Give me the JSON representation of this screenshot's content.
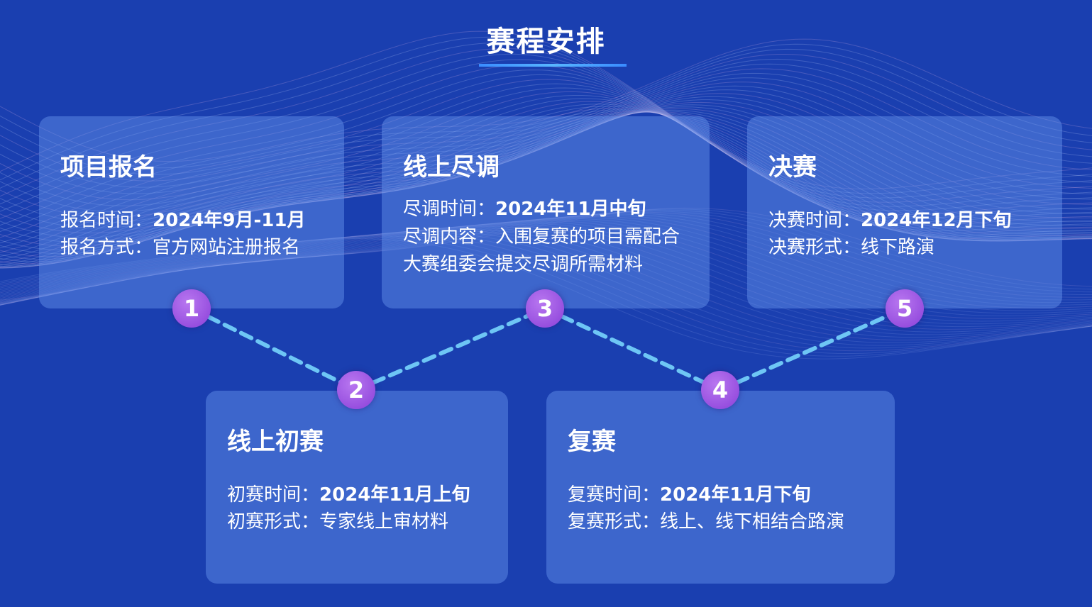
{
  "title": "赛程安排",
  "stages": [
    {
      "number": "1",
      "name": "项目报名",
      "lines": [
        {
          "label": "报名时间：",
          "value": "2024年9月-11月"
        },
        {
          "label": "报名方式：",
          "value": "官方网站注册报名"
        }
      ]
    },
    {
      "number": "2",
      "name": "线上初赛",
      "lines": [
        {
          "label": "初赛时间：",
          "value": "2024年11月上旬"
        },
        {
          "label": "初赛形式：",
          "value": "专家线上审材料"
        }
      ]
    },
    {
      "number": "3",
      "name": "线上尽调",
      "lines": [
        {
          "label": "尽调时间：",
          "value": "2024年11月中旬"
        },
        {
          "label": "尽调内容：",
          "value": "入围复赛的项目需配合大赛组委会提交尽调所需材料"
        }
      ]
    },
    {
      "number": "4",
      "name": "复赛",
      "lines": [
        {
          "label": "复赛时间：",
          "value": "2024年11月下旬"
        },
        {
          "label": "复赛形式：",
          "value": "线上、线下相结合路演"
        }
      ]
    },
    {
      "number": "5",
      "name": "决赛",
      "lines": [
        {
          "label": "决赛时间：",
          "value": "2024年12月下旬"
        },
        {
          "label": "决赛形式：",
          "value": "线下路演"
        }
      ]
    }
  ],
  "colors": {
    "background": "#1a3fb0",
    "card": "#6996f0",
    "connector": "#6ec6f5",
    "node": "#9b4fe0",
    "accent_line": "#3a8cff"
  }
}
